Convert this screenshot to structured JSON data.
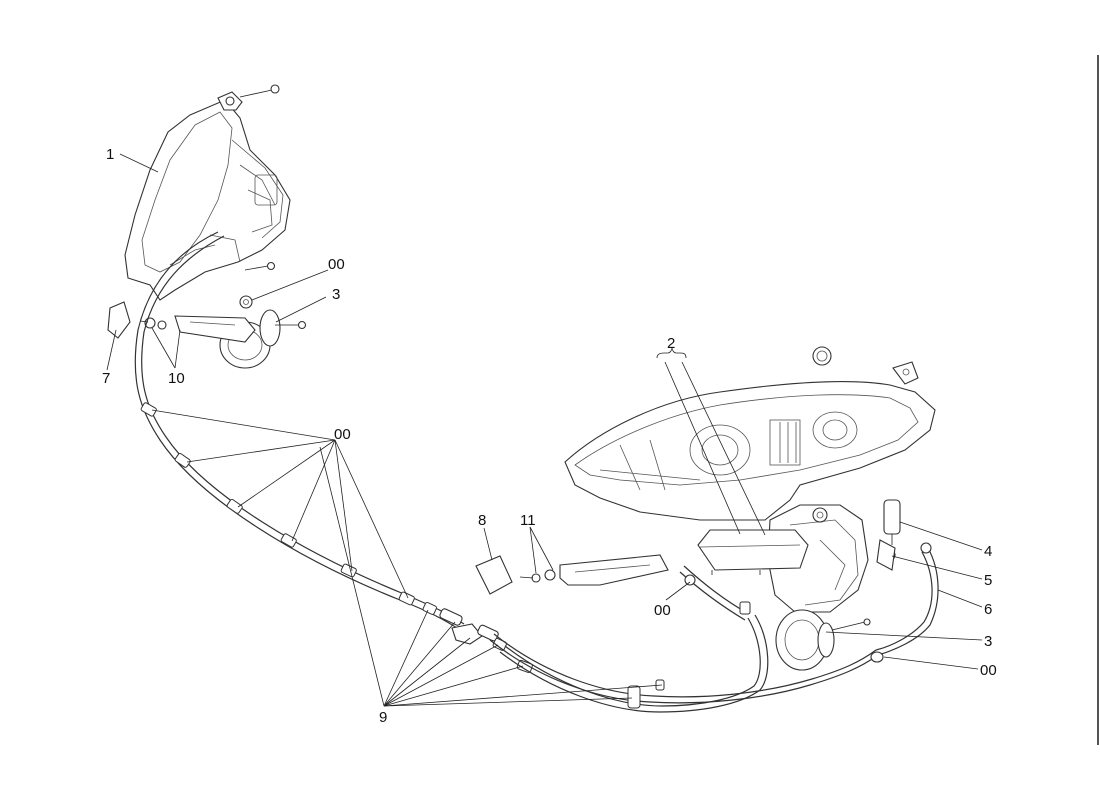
{
  "callouts": {
    "c1": "1",
    "c00_top": "00",
    "c3_top": "3",
    "c7": "7",
    "c10": "10",
    "c2": "2",
    "c00_mid": "00",
    "c8": "8",
    "c11": "11",
    "c00_lower": "00",
    "c4": "4",
    "c5": "5",
    "c6": "6",
    "c3_right": "3",
    "c00_right": "00",
    "c9": "9"
  },
  "colors": {
    "line": "#222222",
    "background": "#ffffff"
  }
}
